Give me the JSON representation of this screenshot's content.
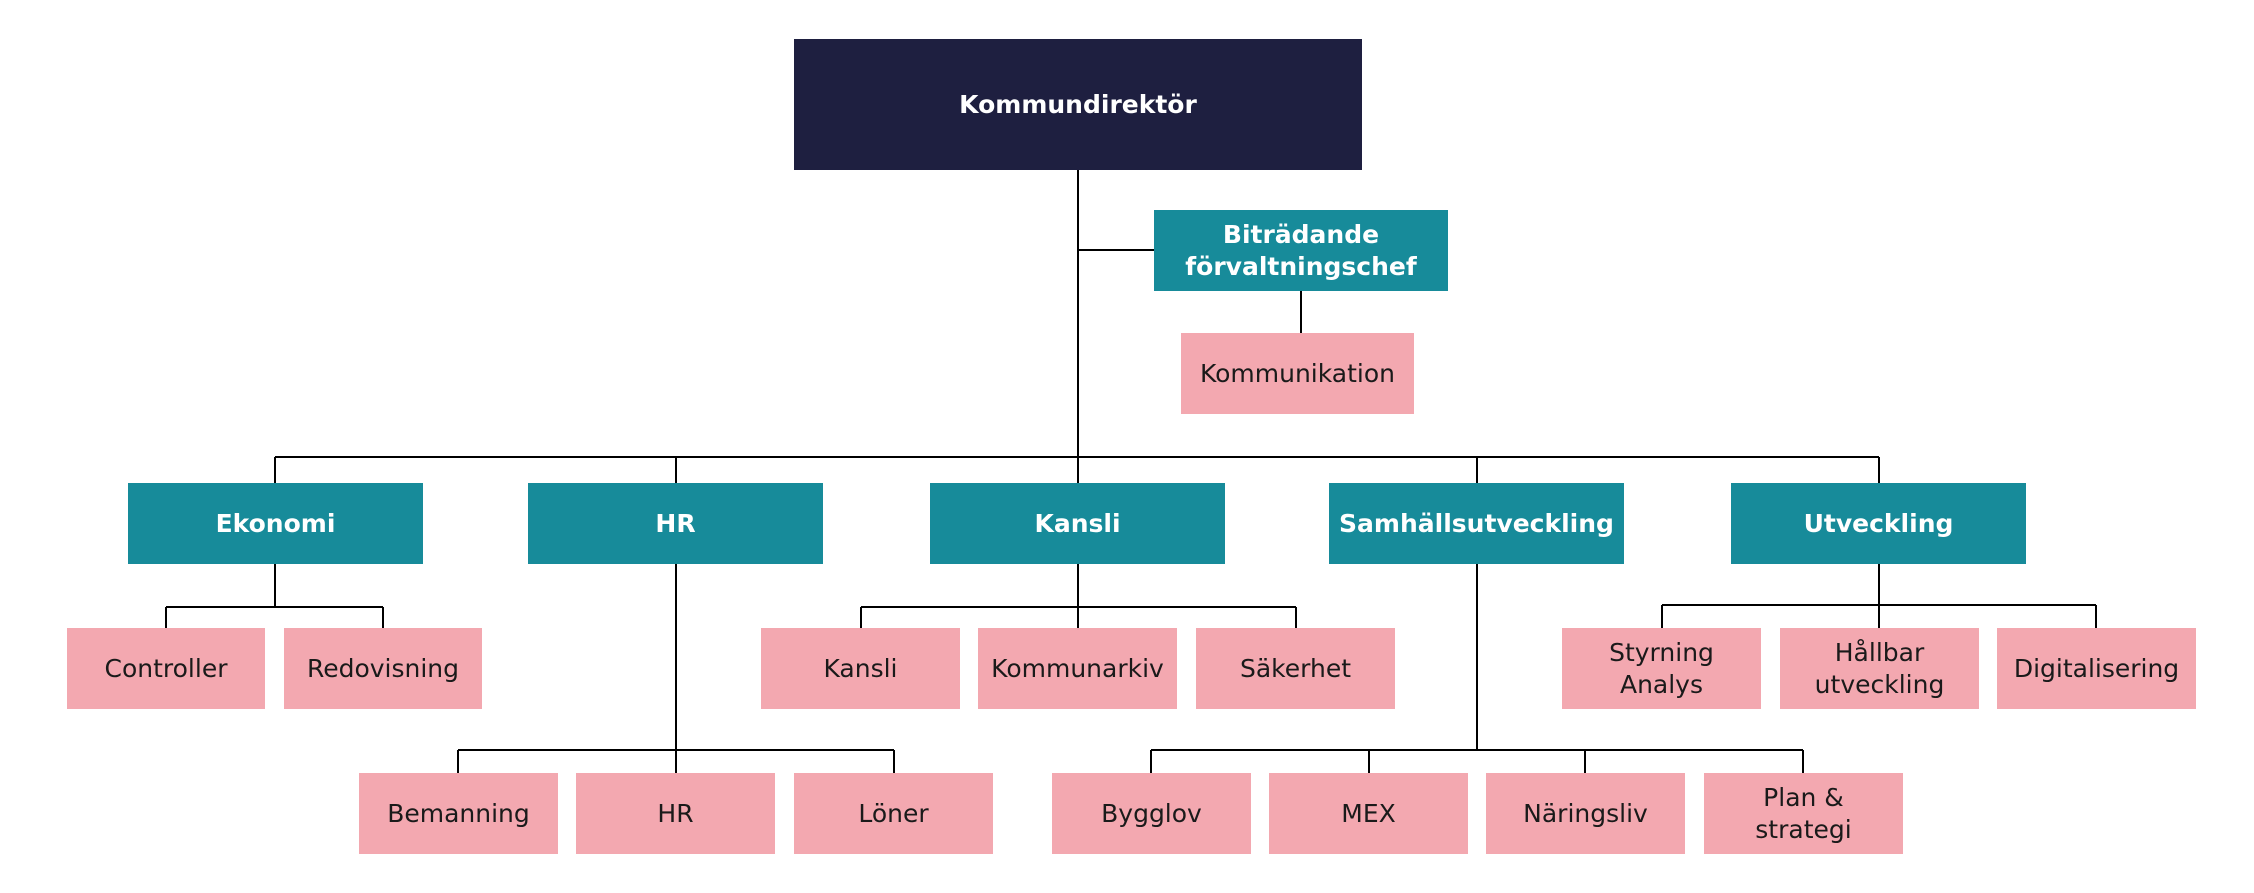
{
  "colors": {
    "director": "#1e1f40",
    "department": "#178b9a",
    "unit": "#f3a8b0",
    "connector": "#000000"
  },
  "chart": {
    "director": "Kommundirektör",
    "deputy": "Biträdande förvaltningschef",
    "deputy_unit": "Kommunikation",
    "departments": {
      "ekonomi": {
        "label": "Ekonomi",
        "units": [
          "Controller",
          "Redovisning"
        ]
      },
      "hr": {
        "label": "HR",
        "units": [
          "Bemanning",
          "HR",
          "Löner"
        ]
      },
      "kansli": {
        "label": "Kansli",
        "units": [
          "Kansli",
          "Kommunarkiv",
          "Säkerhet"
        ]
      },
      "samhall": {
        "label": "Samhällsutveckling",
        "units": [
          "Bygglov",
          "MEX",
          "Näringsliv",
          "Plan & strategi"
        ]
      },
      "utveckling": {
        "label": "Utveckling",
        "units": [
          "Styrning Analys",
          "Hållbar utveckling",
          "Digitalisering"
        ]
      }
    }
  }
}
